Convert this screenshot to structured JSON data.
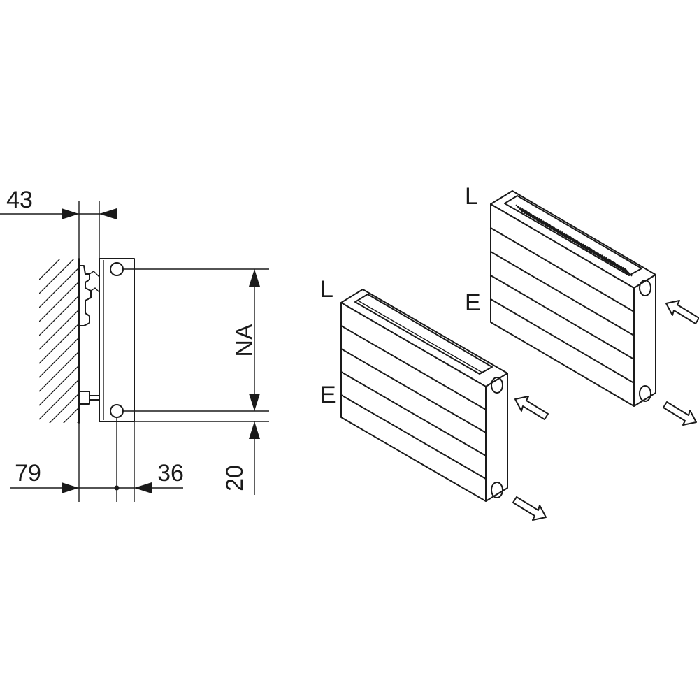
{
  "side_view": {
    "dim_top_offset": "43",
    "dim_bottom_left": "79",
    "dim_bottom_right": "36",
    "dim_height": "NA",
    "dim_bottom_gap": "20"
  },
  "iso_front": {
    "label_top": "L",
    "label_mid": "E"
  },
  "iso_back": {
    "label_top": "L",
    "label_mid": "E"
  },
  "colors": {
    "line": "#1a1a1a",
    "background": "#ffffff"
  }
}
